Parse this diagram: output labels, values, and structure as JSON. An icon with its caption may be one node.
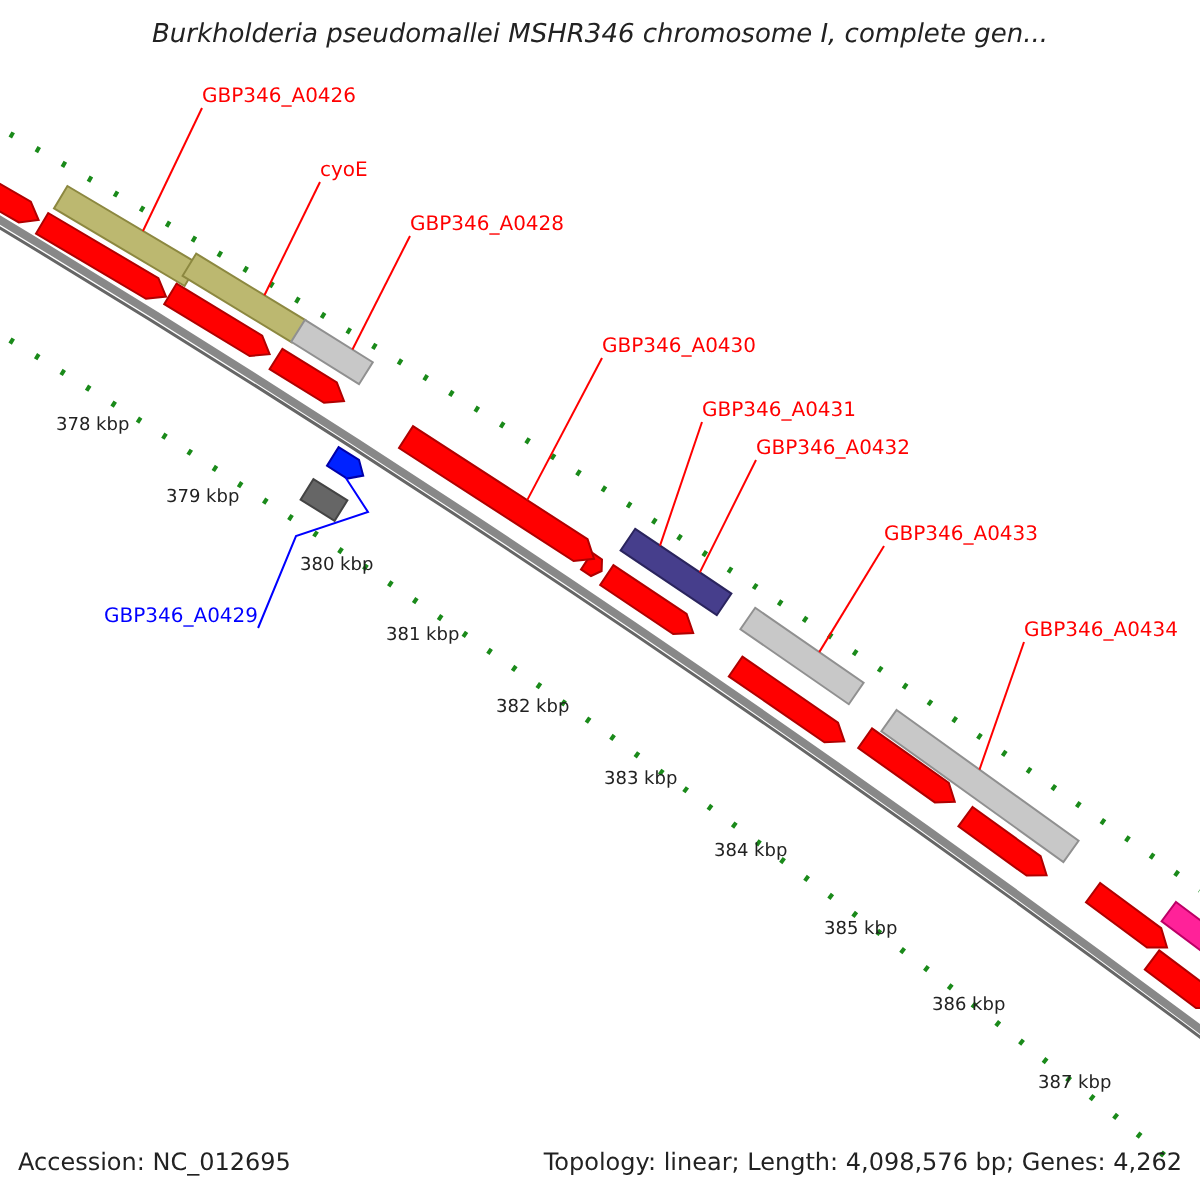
{
  "diagram": {
    "title": "Burkholderia pseudomallei MSHR346 chromosome I, complete gen...",
    "nodes": [
      {
        "text": [
          "GBP346_A0426"
        ]
      },
      {
        "text": [],
        "shape": "bar"
      },
      {
        "text": [
          "cyoE"
        ]
      },
      {
        "text": [],
        "shape": "bar"
      },
      {
        "text": [
          "GBP346_A0428"
        ]
      },
      {
        "text": [],
        "shape": "bar"
      },
      {
        "text": [
          "GBP346_A0430"
        ]
      },
      {
        "text": [],
        "shape": "bar"
      },
      {
        "text": [
          "GBP346_A0431"
        ]
      },
      {
        "text": [
          "GBP346_A0432"
        ]
      },
      {
        "text": [],
        "shape": "bar"
      },
      {
        "text": [
          "GBP346_A0429"
        ]
      },
      {
        "text": [],
        "shape": "bar"
      },
      {
        "text": [
          "GBP346_A0433"
        ]
      },
      {
        "text": [],
        "shape": "bar"
      },
      {
        "text": [
          "GBP346_A0434"
        ]
      },
      {
        "text": [],
        "shape": "bar"
      }
    ],
    "edges": [
      {
        "from": 0,
        "to": 1,
        "arrow": "none"
      },
      {
        "from": 2,
        "to": 3,
        "arrow": "none"
      },
      {
        "from": 4,
        "to": 5,
        "arrow": "none"
      },
      {
        "from": 6,
        "to": 7,
        "arrow": "none"
      },
      {
        "from": 8,
        "to": 10,
        "arrow": "none"
      },
      {
        "from": 9,
        "to": 10,
        "arrow": "none"
      },
      {
        "from": 11,
        "to": 12,
        "arrow": "none",
        "color": "#0000ff"
      },
      {
        "from": 13,
        "to": 14,
        "arrow": "none"
      },
      {
        "from": 15,
        "to": 16,
        "arrow": "none"
      }
    ],
    "labels": [
      "378 kbp",
      "379 kbp",
      "380 kbp",
      "381 kbp",
      "382 kbp",
      "383 kbp",
      "384 kbp",
      "385 kbp",
      "386 kbp",
      "387 kbp",
      "Accession: NC_012695",
      "Topology: linear; Length: 4,098,576 bp; Genes: 4,262"
    ]
  }
}
